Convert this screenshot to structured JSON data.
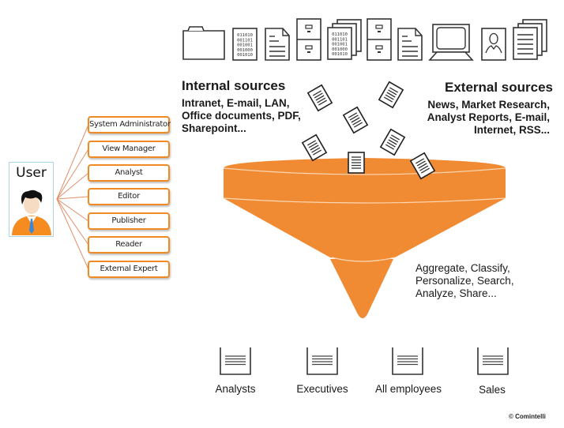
{
  "user": {
    "label": "User",
    "roles": [
      {
        "label": "System Administrator"
      },
      {
        "label": "View Manager"
      },
      {
        "label": "Analyst"
      },
      {
        "label": "Editor"
      },
      {
        "label": "Publisher"
      },
      {
        "label": "Reader"
      },
      {
        "label": "External Expert"
      }
    ]
  },
  "source_icons": [
    {
      "icon": "folder-icon"
    },
    {
      "icon": "binary-file-icon"
    },
    {
      "icon": "document-icon"
    },
    {
      "icon": "filing-cabinet-icon"
    },
    {
      "icon": "binary-files-stack-icon"
    },
    {
      "icon": "filing-cabinet-icon"
    },
    {
      "icon": "document-icon"
    },
    {
      "icon": "computer-icon"
    },
    {
      "icon": "person-card-icon"
    },
    {
      "icon": "documents-stack-icon"
    }
  ],
  "binary_text": [
    "011010",
    "001101",
    "001001",
    "001000",
    "001010"
  ],
  "internal_sources": {
    "heading": "Internal sources",
    "lines": [
      "Intranet, E-mail, LAN,",
      "Office documents, PDF,",
      "Sharepoint..."
    ]
  },
  "external_sources": {
    "heading": "External sources",
    "lines": [
      "News, Market Research,",
      "Analyst Reports, E-mail,",
      "Internet, RSS..."
    ]
  },
  "funnel": {
    "color": "#f08a33",
    "actions": [
      "Aggregate, Classify,",
      "Personalize, Search,",
      "Analyze, Share..."
    ]
  },
  "outputs": [
    {
      "label": "Analysts"
    },
    {
      "label": "Executives"
    },
    {
      "label": "All employees"
    },
    {
      "label": "Sales"
    }
  ],
  "copyright": "© Comintelli",
  "colors": {
    "accent": "#f08a24",
    "connector": "#e0906a",
    "user_border": "#a9d6df",
    "icon_stroke": "#2a2a2a"
  }
}
